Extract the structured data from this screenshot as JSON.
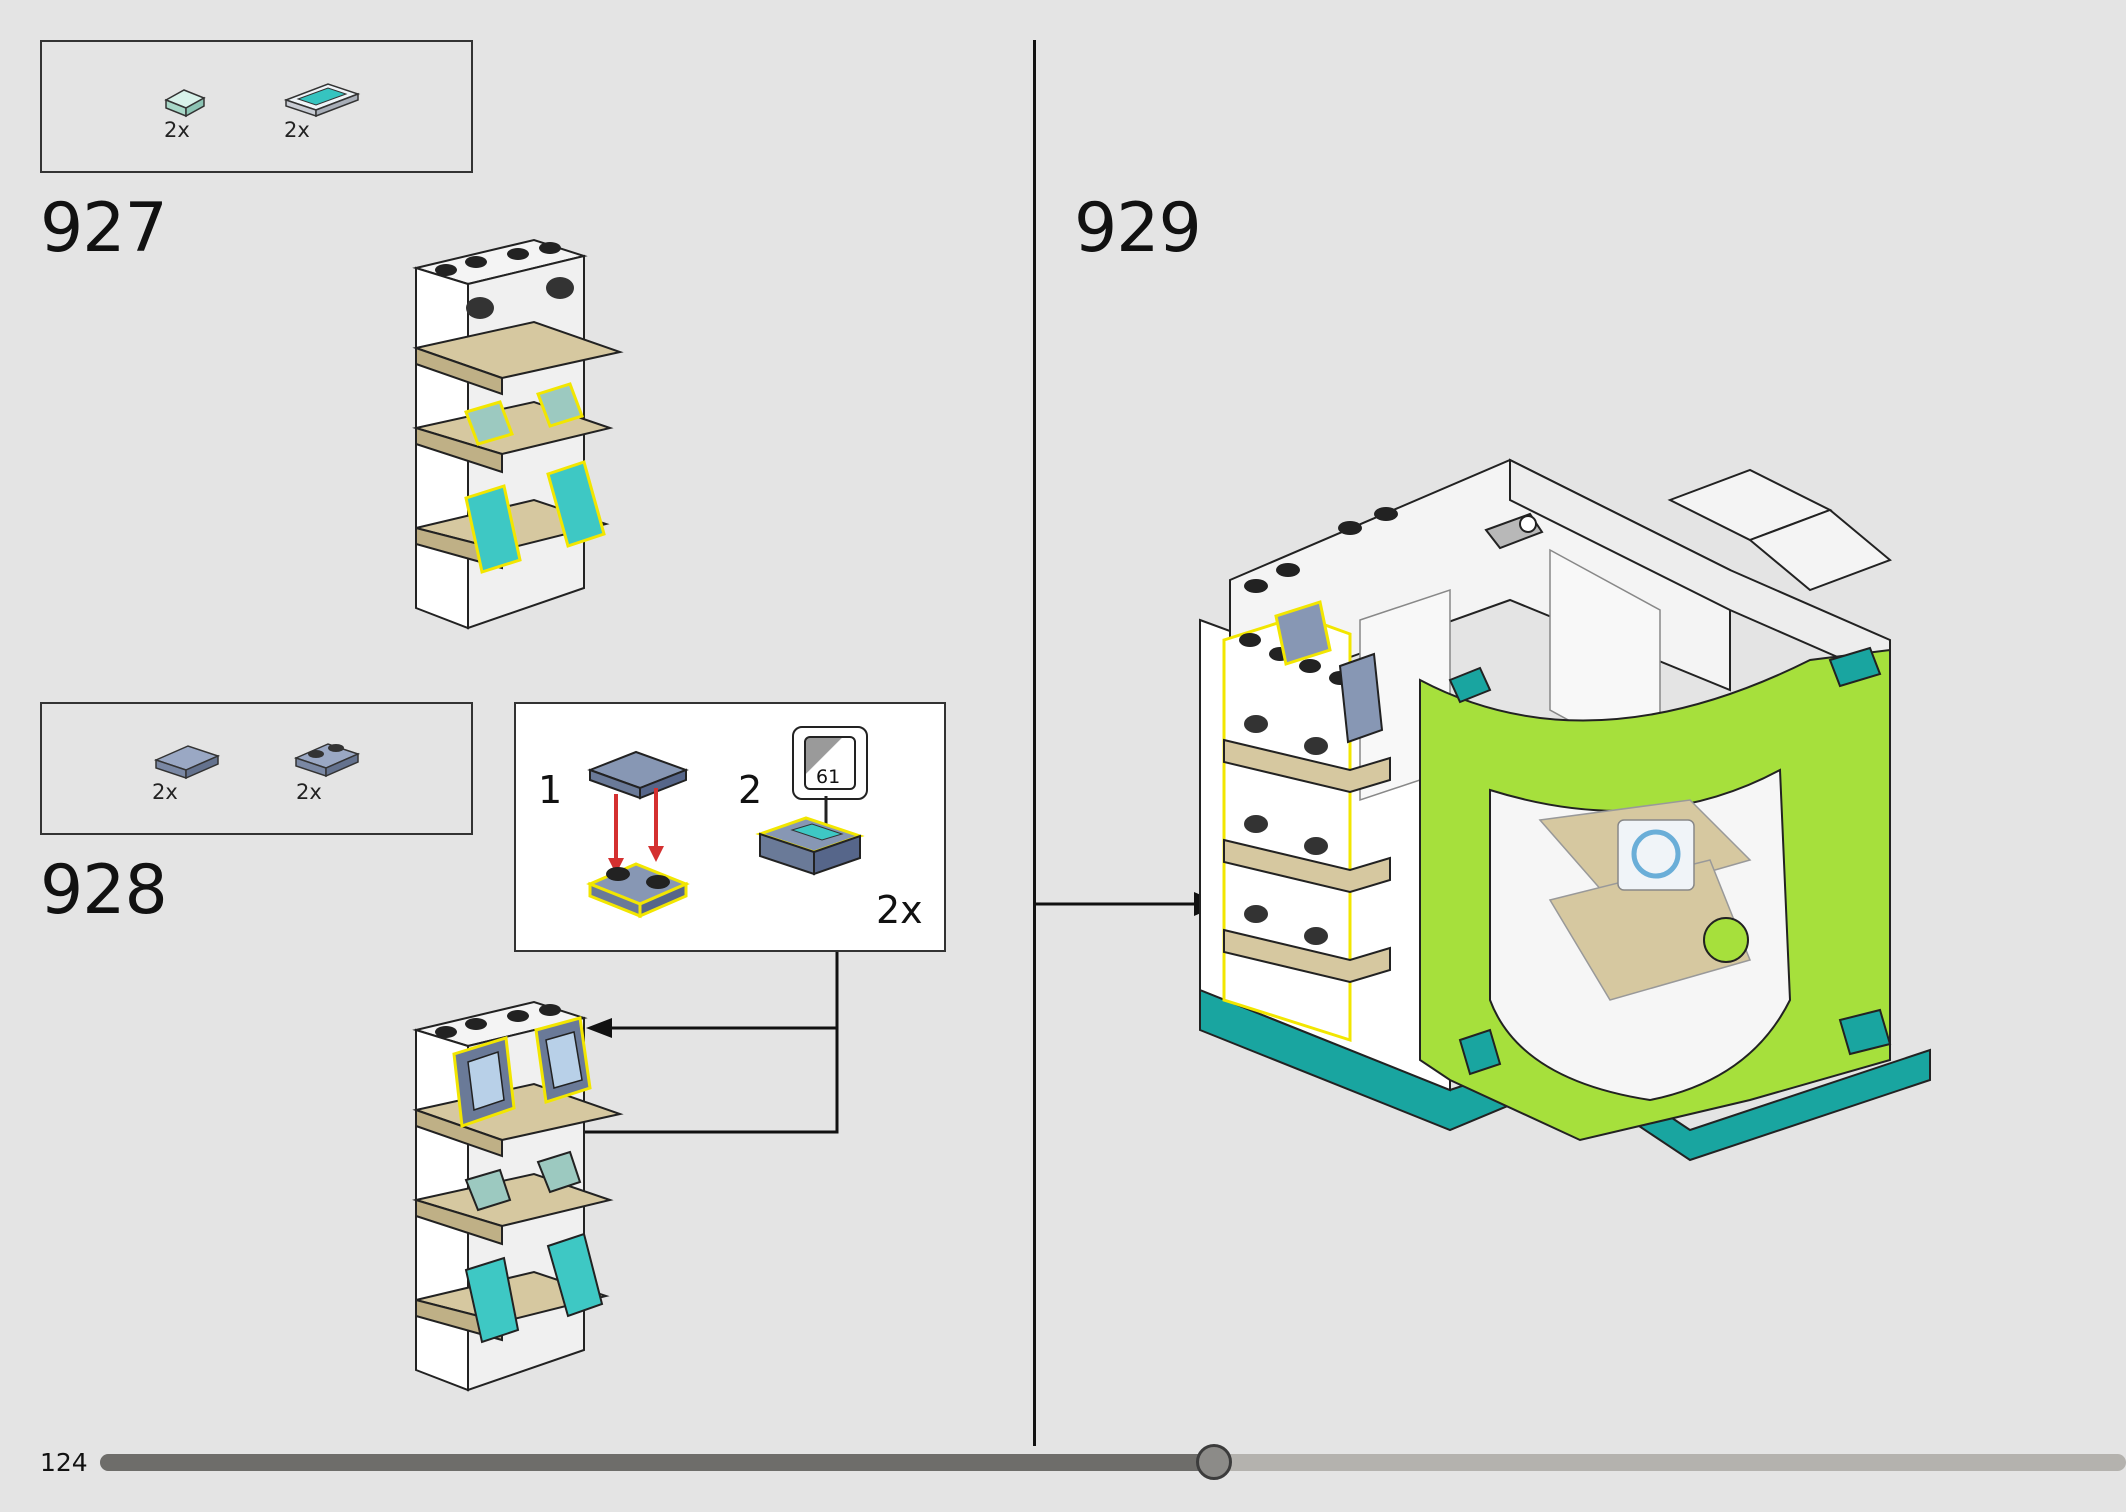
{
  "page": {
    "number": "124"
  },
  "progress": {
    "fraction": 0.55
  },
  "steps": [
    {
      "number": "927",
      "parts": [
        {
          "qty": "2x",
          "name": "tile-1x1-light-aqua"
        },
        {
          "qty": "2x",
          "name": "tile-1x2-printed-screen"
        }
      ]
    },
    {
      "number": "928",
      "parts": [
        {
          "qty": "2x",
          "name": "tile-1x2-sand-blue"
        },
        {
          "qty": "2x",
          "name": "plate-1x2-sand-blue"
        }
      ]
    },
    {
      "number": "929"
    }
  ],
  "submodel": {
    "step1": "1",
    "step2": "2",
    "sticker_number": "61",
    "multiplier": "2x"
  },
  "colors": {
    "background": "#e4e4e4",
    "lime": "#a6e03c",
    "teal": "#19a5a0",
    "tan": "#d6c8a0",
    "sand_blue": "#8797b4",
    "highlight": "#f2e600",
    "arrow_red": "#d43030"
  }
}
